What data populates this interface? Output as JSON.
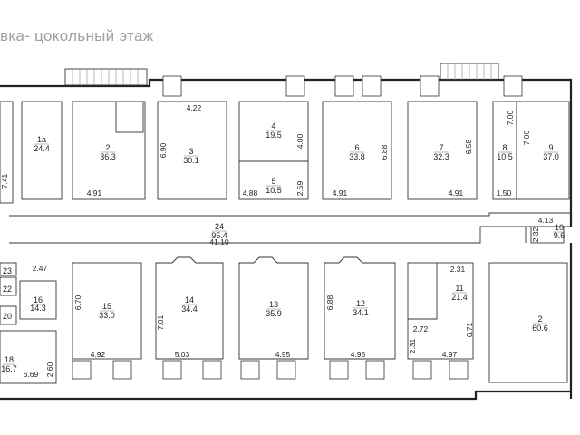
{
  "title": "вка- цокольный этаж",
  "rooms": [
    {
      "id": "1а",
      "area": "24.4"
    },
    {
      "id": "2",
      "area": "36.3"
    },
    {
      "id": "3",
      "area": "30.1"
    },
    {
      "id": "4",
      "area": "19.5"
    },
    {
      "id": "5",
      "area": "10.5"
    },
    {
      "id": "6",
      "area": "33.8"
    },
    {
      "id": "7",
      "area": "32.3"
    },
    {
      "id": "8",
      "area": "10.5"
    },
    {
      "id": "9",
      "area": "37.0"
    },
    {
      "id": "10",
      "area": "9.6"
    },
    {
      "id": "24",
      "area": "95.4"
    },
    {
      "id": "15",
      "area": "33.0"
    },
    {
      "id": "14",
      "area": "34.4"
    },
    {
      "id": "13",
      "area": "35.9"
    },
    {
      "id": "12",
      "area": "34.1"
    },
    {
      "id": "11",
      "area": "21.4"
    },
    {
      "id": "2",
      "area": "60.6"
    },
    {
      "id": "16",
      "area": "14.3"
    },
    {
      "id": "18",
      "area": "16.7"
    },
    {
      "id": "23",
      "area": ""
    },
    {
      "id": "22",
      "area": ""
    },
    {
      "id": "20",
      "area": ""
    }
  ],
  "dimensions": [
    "4.22",
    "6.90",
    "4.00",
    "2.59",
    "4.88",
    "6.88",
    "4.91",
    "6.58",
    "4.91",
    "7.00",
    "7.00",
    "1.50",
    "4.13",
    "2.32",
    "41.10",
    "7.41",
    "4.91",
    "2.47",
    "6.70",
    "4.92",
    "7.01",
    "5.03",
    "4.95",
    "6.88",
    "4.95",
    "2.31",
    "2.72",
    "2.31",
    "4.97",
    "6.71",
    "2.60",
    "6.69"
  ]
}
